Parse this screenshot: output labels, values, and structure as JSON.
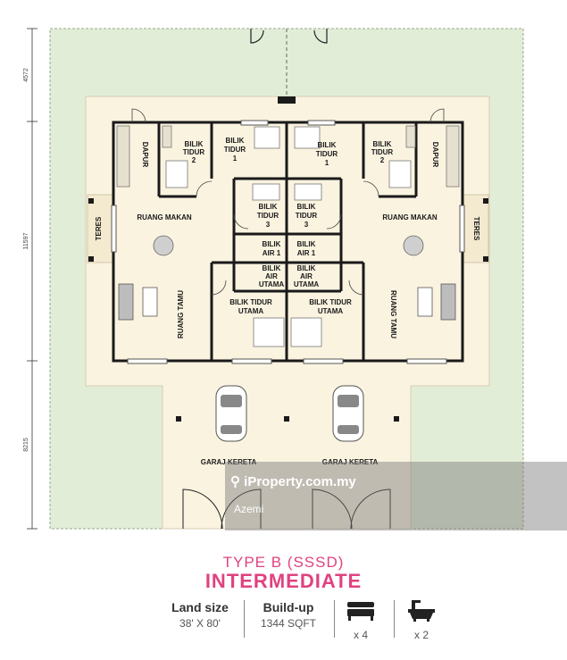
{
  "rooms": {
    "dapur_l": "DAPUR",
    "dapur_r": "DAPUR",
    "bilik_tidur_2_l_a": "BILIK",
    "bilik_tidur_2_l_b": "TIDUR",
    "bilik_tidur_2_l_c": "2",
    "bilik_tidur_1_l_a": "BILIK",
    "bilik_tidur_1_l_b": "TIDUR",
    "bilik_tidur_1_l_c": "1",
    "bilik_tidur_1_r_a": "BILIK",
    "bilik_tidur_1_r_b": "TIDUR",
    "bilik_tidur_1_r_c": "1",
    "bilik_tidur_2_r_a": "BILIK",
    "bilik_tidur_2_r_b": "TIDUR",
    "bilik_tidur_2_r_c": "2",
    "bilik_tidur_3_l_a": "BILIK",
    "bilik_tidur_3_l_b": "TIDUR",
    "bilik_tidur_3_l_c": "3",
    "bilik_tidur_3_r_a": "BILIK",
    "bilik_tidur_3_r_b": "TIDUR",
    "bilik_tidur_3_r_c": "3",
    "ruang_makan_l": "RUANG MAKAN",
    "ruang_makan_r": "RUANG MAKAN",
    "teres_l": "TERES",
    "teres_r": "TERES",
    "bilik_air_1_l_a": "BILIK",
    "bilik_air_1_l_b": "AIR 1",
    "bilik_air_1_r_a": "BILIK",
    "bilik_air_1_r_b": "AIR 1",
    "bilik_air_utama_l_a": "BILIK",
    "bilik_air_utama_l_b": "AIR",
    "bilik_air_utama_l_c": "UTAMA",
    "bilik_air_utama_r_a": "BILIK",
    "bilik_air_utama_r_b": "AIR",
    "bilik_air_utama_r_c": "UTAMA",
    "ruang_tamu_l": "RUANG TAMU",
    "ruang_tamu_r": "RUANG TAMU",
    "bilik_tidur_utama_l_a": "BILIK TIDUR",
    "bilik_tidur_utama_l_b": "UTAMA",
    "bilik_tidur_utama_r_a": "BILIK TIDUR",
    "bilik_tidur_utama_r_b": "UTAMA",
    "garaj_l": "GARAJ KERETA",
    "garaj_r": "GARAJ KERETA"
  },
  "dimensions": {
    "d1": "4572",
    "d2": "11597",
    "d3": "8215"
  },
  "watermark": {
    "logo": "iProperty.com.my",
    "name": "Azemi"
  },
  "info": {
    "type": "TYPE B (SSSD)",
    "title": "INTERMEDIATE",
    "land_label": "Land size",
    "land_value": "38' X 80'",
    "build_label": "Build-up",
    "build_value": "1344 SQFT",
    "bed_count": "x 4",
    "bath_count": "x 2"
  },
  "colors": {
    "lawn": "#e2edd7",
    "floor": "#faf3e0",
    "wall": "#1a1a1a",
    "accent": "#e0427f"
  }
}
